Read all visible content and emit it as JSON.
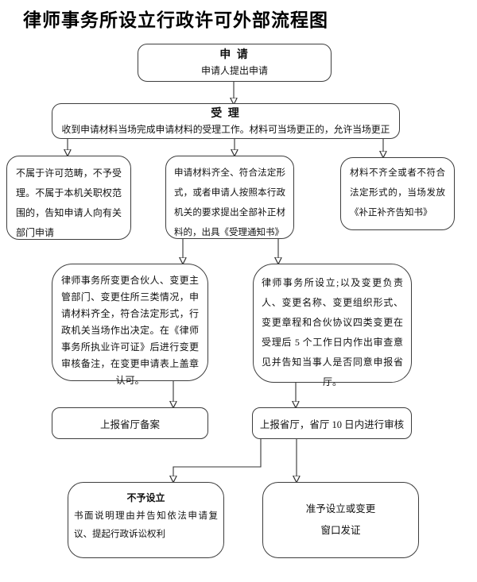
{
  "page_title": "律师事务所设立行政许可外部流程图",
  "nodes": {
    "apply": {
      "title": "申 请",
      "body": "申请人提出申请"
    },
    "accept": {
      "title": "受 理",
      "body": "收到申请材料当场完成申请材料的受理工作。材料可当场更正的，允许当场更正"
    },
    "not_accept": {
      "body": "不属于许可范畴，不予受理。不属于本机关职权范围的，告知申请人向有关部门申请"
    },
    "complete": {
      "body": "申请材料齐全、符合法定形式，或者申请人按照本行政机关的要求提出全部补正材料的，出具《受理通知书》"
    },
    "incomplete": {
      "body": "材料不齐全或者不符合法定形式的，当场发放《补正补齐告知书》"
    },
    "change_three": {
      "body": "律师事务所变更合伙人、变更主管部门、变更住所三类情况，申请材料齐全，符合法定形式，行政机关当场作出决定。在《律师事务所执业许可证》后进行变更审核备注，在变更申请表上盖章认可。"
    },
    "establish_four": {
      "body": "律师事务所设立;以及变更负责人、变更名称、变更组织形式、变更章程和合伙协议四类变更在受理后 5 个工作日内作出审查意见并告知当事人是否同意申报省厅。"
    },
    "report_record": {
      "body": "上报省厅备案"
    },
    "report_review": {
      "body": "上报省厅，省厅 10 日内进行审核"
    },
    "deny": {
      "title": "不予设立",
      "body": "书面说明理由并告知依法申请复议、提起行政诉讼权利"
    },
    "approve": {
      "line1": "准予设立或变更",
      "line2": "窗口发证"
    }
  },
  "colors": {
    "background": "#ffffff",
    "box_border": "#3d3d3d",
    "connector_line": "#333333",
    "text": "#111111"
  }
}
